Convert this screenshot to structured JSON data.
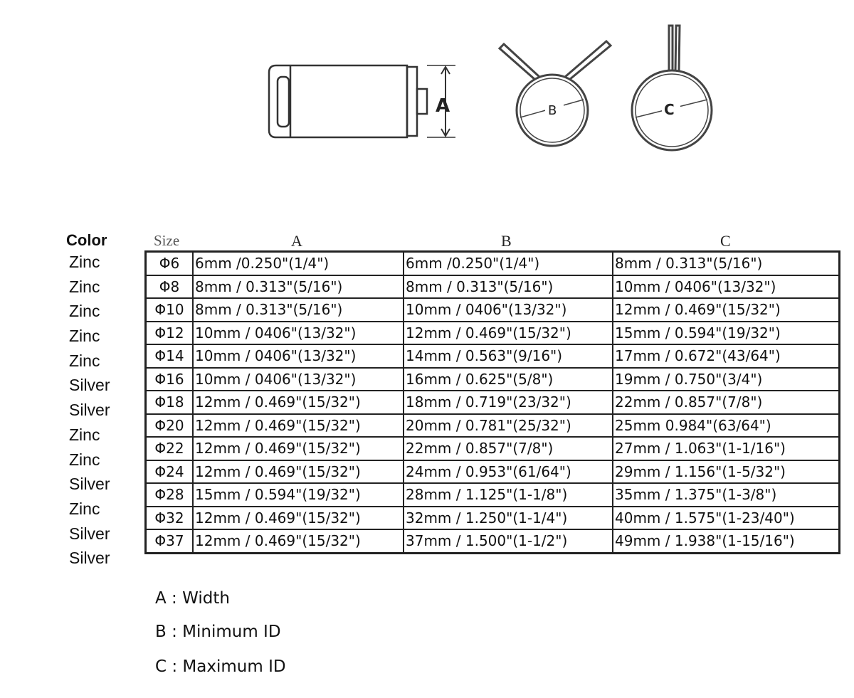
{
  "diagram": {
    "label_a": "A",
    "label_b": "B",
    "label_c": "C"
  },
  "table": {
    "color_header": "Color",
    "headers": {
      "size": "Size",
      "a": "A",
      "b": "B",
      "c": "C"
    },
    "rows": [
      {
        "color": "Zinc",
        "size": "Φ6",
        "a": "6mm /0.250\"(1/4\")",
        "b": "6mm /0.250\"(1/4\")",
        "c": "8mm / 0.313\"(5/16\")"
      },
      {
        "color": "Zinc",
        "size": "Φ8",
        "a": "8mm / 0.313\"(5/16\")",
        "b": "8mm / 0.313\"(5/16\")",
        "c": "10mm / 0406\"(13/32\")"
      },
      {
        "color": "Zinc",
        "size": "Φ10",
        "a": "8mm / 0.313\"(5/16\")",
        "b": "10mm / 0406\"(13/32\")",
        "c": "12mm / 0.469\"(15/32\")"
      },
      {
        "color": "Zinc",
        "size": "Φ12",
        "a": "10mm / 0406\"(13/32\")",
        "b": "12mm / 0.469\"(15/32\")",
        "c": "15mm / 0.594\"(19/32\")"
      },
      {
        "color": "Zinc",
        "size": "Φ14",
        "a": "10mm / 0406\"(13/32\")",
        "b": "14mm / 0.563\"(9/16\")",
        "c": "17mm / 0.672\"(43/64\")"
      },
      {
        "color": "Silver",
        "size": "Φ16",
        "a": "10mm / 0406\"(13/32\")",
        "b": "16mm / 0.625\"(5/8\")",
        "c": "19mm / 0.750\"(3/4\")"
      },
      {
        "color": "Silver",
        "size": "Φ18",
        "a": "12mm / 0.469\"(15/32\")",
        "b": "18mm / 0.719\"(23/32\")",
        "c": "22mm / 0.857\"(7/8\")"
      },
      {
        "color": "Zinc",
        "size": "Φ20",
        "a": "12mm / 0.469\"(15/32\")",
        "b": "20mm / 0.781\"(25/32\")",
        "c": "25mm 0.984\"(63/64\")"
      },
      {
        "color": "Zinc",
        "size": "Φ22",
        "a": "12mm / 0.469\"(15/32\")",
        "b": "22mm / 0.857\"(7/8\")",
        "c": "27mm / 1.063\"(1-1/16\")"
      },
      {
        "color": "Silver",
        "size": "Φ24",
        "a": "12mm / 0.469\"(15/32\")",
        "b": "24mm / 0.953\"(61/64\")",
        "c": "29mm / 1.156\"(1-5/32\")"
      },
      {
        "color": "Zinc",
        "size": "Φ28",
        "a": "15mm / 0.594\"(19/32\")",
        "b": "28mm / 1.125\"(1-1/8\")",
        "c": "35mm / 1.375\"(1-3/8\")"
      },
      {
        "color": "Silver",
        "size": "Φ32",
        "a": "12mm / 0.469\"(15/32\")",
        "b": "32mm / 1.250\"(1-1/4\")",
        "c": "40mm / 1.575\"(1-23/40\")"
      },
      {
        "color": "Silver",
        "size": "Φ37",
        "a": "12mm / 0.469\"(15/32\")",
        "b": "37mm / 1.500\"(1-1/2\")",
        "c": "49mm / 1.938\"(1-15/16\")"
      }
    ]
  },
  "legend": [
    "A : Width",
    "B : Minimum ID",
    "C : Maximum ID"
  ]
}
